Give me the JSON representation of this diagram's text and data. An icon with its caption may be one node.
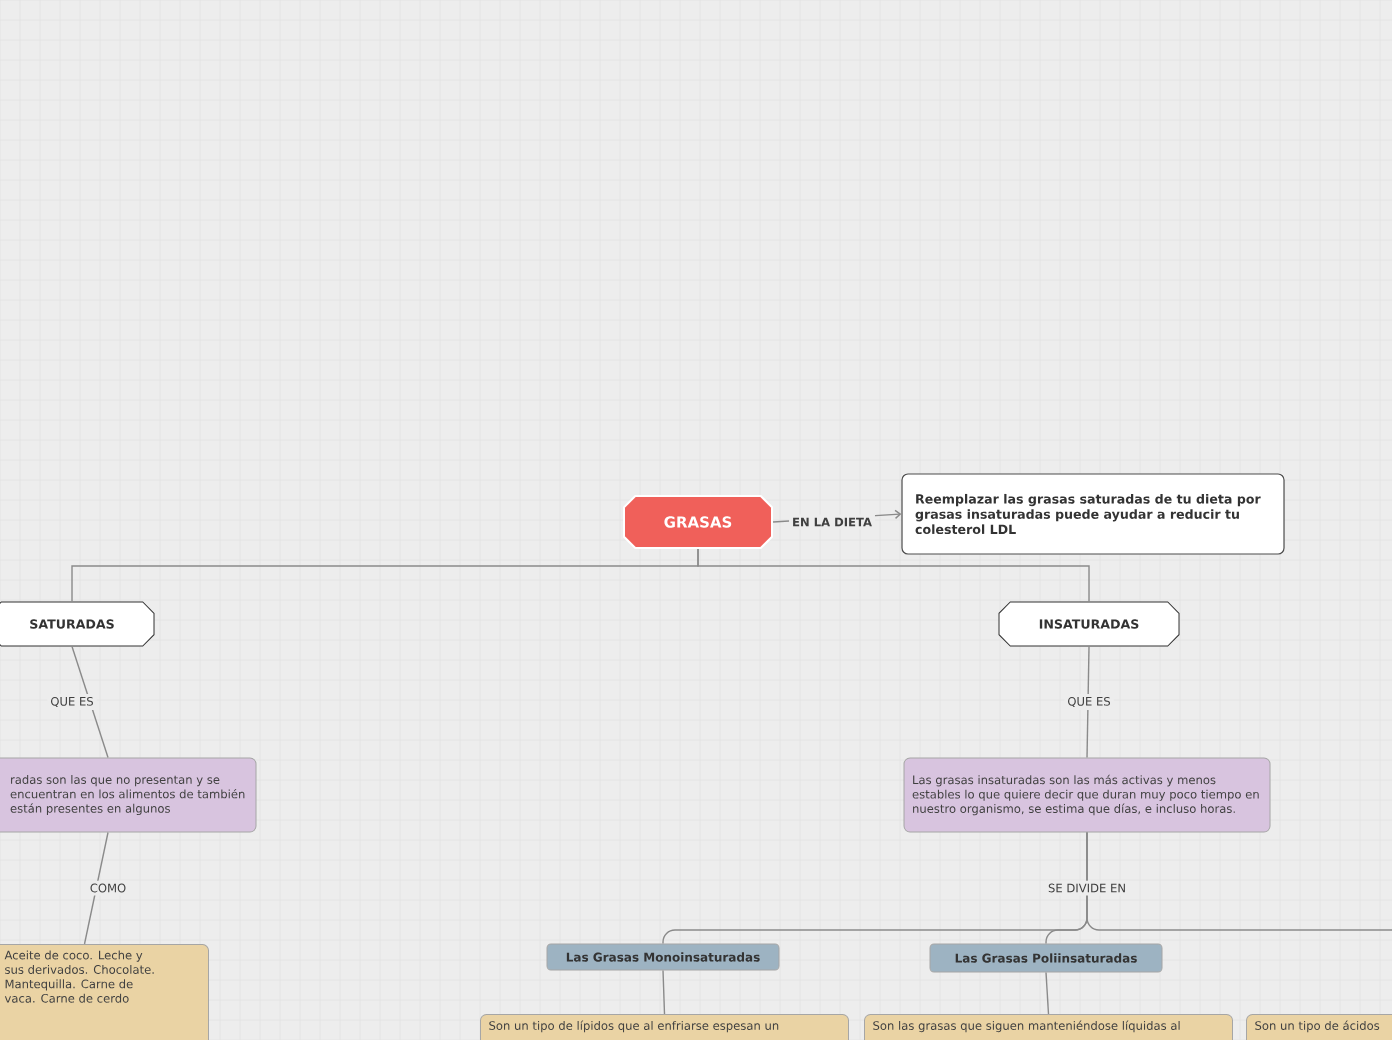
{
  "diagram": {
    "nodes": [
      {
        "text": [
          "GRASAS"
        ]
      },
      {
        "text": [
          "Reemplazar las grasas saturadas de tu dieta por grasas insaturadas puede ayudar a reducir tu colesterol LDL"
        ]
      },
      {
        "text": [
          "SATURADAS"
        ]
      },
      {
        "text": [
          "INSATURADAS"
        ]
      },
      {
        "text": [
          "radas son las que no presentan y se encuentran en los alimentos de también están presentes en algunos"
        ]
      },
      {
        "text": [
          "Aceite de coco. Leche y sus derivados. Chocolate. Mantequilla. Carne de vaca. Carne de cerdo"
        ]
      },
      {
        "text": [
          "Las grasas insaturadas son las más activas y menos estables lo que quiere decir que duran muy poco tiempo en nuestro organismo, se estima que días, e incluso horas."
        ]
      },
      {
        "text": [
          "Las Grasas Monoinsaturadas"
        ]
      },
      {
        "text": [
          "Las Grasas Poliinsaturadas"
        ]
      },
      {
        "text": [
          "Son un tipo de lípidos que al enfriarse espesan un"
        ]
      },
      {
        "text": [
          "Son las grasas que siguen manteniéndose líquidas al"
        ]
      },
      {
        "text": [
          "Son un tipo de ácidos"
        ]
      }
    ],
    "edges": [
      {
        "from": 0,
        "to": 1,
        "arrow": "to",
        "label": "EN LA DIETA"
      },
      {
        "from": 0,
        "to": 2,
        "arrow": "none"
      },
      {
        "from": 0,
        "to": 3,
        "arrow": "none"
      },
      {
        "from": 2,
        "to": 4,
        "arrow": "none",
        "label": "QUE ES"
      },
      {
        "from": 4,
        "to": 5,
        "arrow": "none",
        "label": "COMO"
      },
      {
        "from": 3,
        "to": 6,
        "arrow": "none",
        "label": "QUE ES"
      },
      {
        "from": 6,
        "to": 7,
        "arrow": "none"
      },
      {
        "from": 6,
        "to": 8,
        "arrow": "none",
        "label": "SE DIVIDE EN"
      },
      {
        "from": 6,
        "to": null,
        "arrow": "none"
      },
      {
        "from": 7,
        "to": 9,
        "arrow": "none"
      },
      {
        "from": 8,
        "to": 10,
        "arrow": "none"
      }
    ]
  }
}
